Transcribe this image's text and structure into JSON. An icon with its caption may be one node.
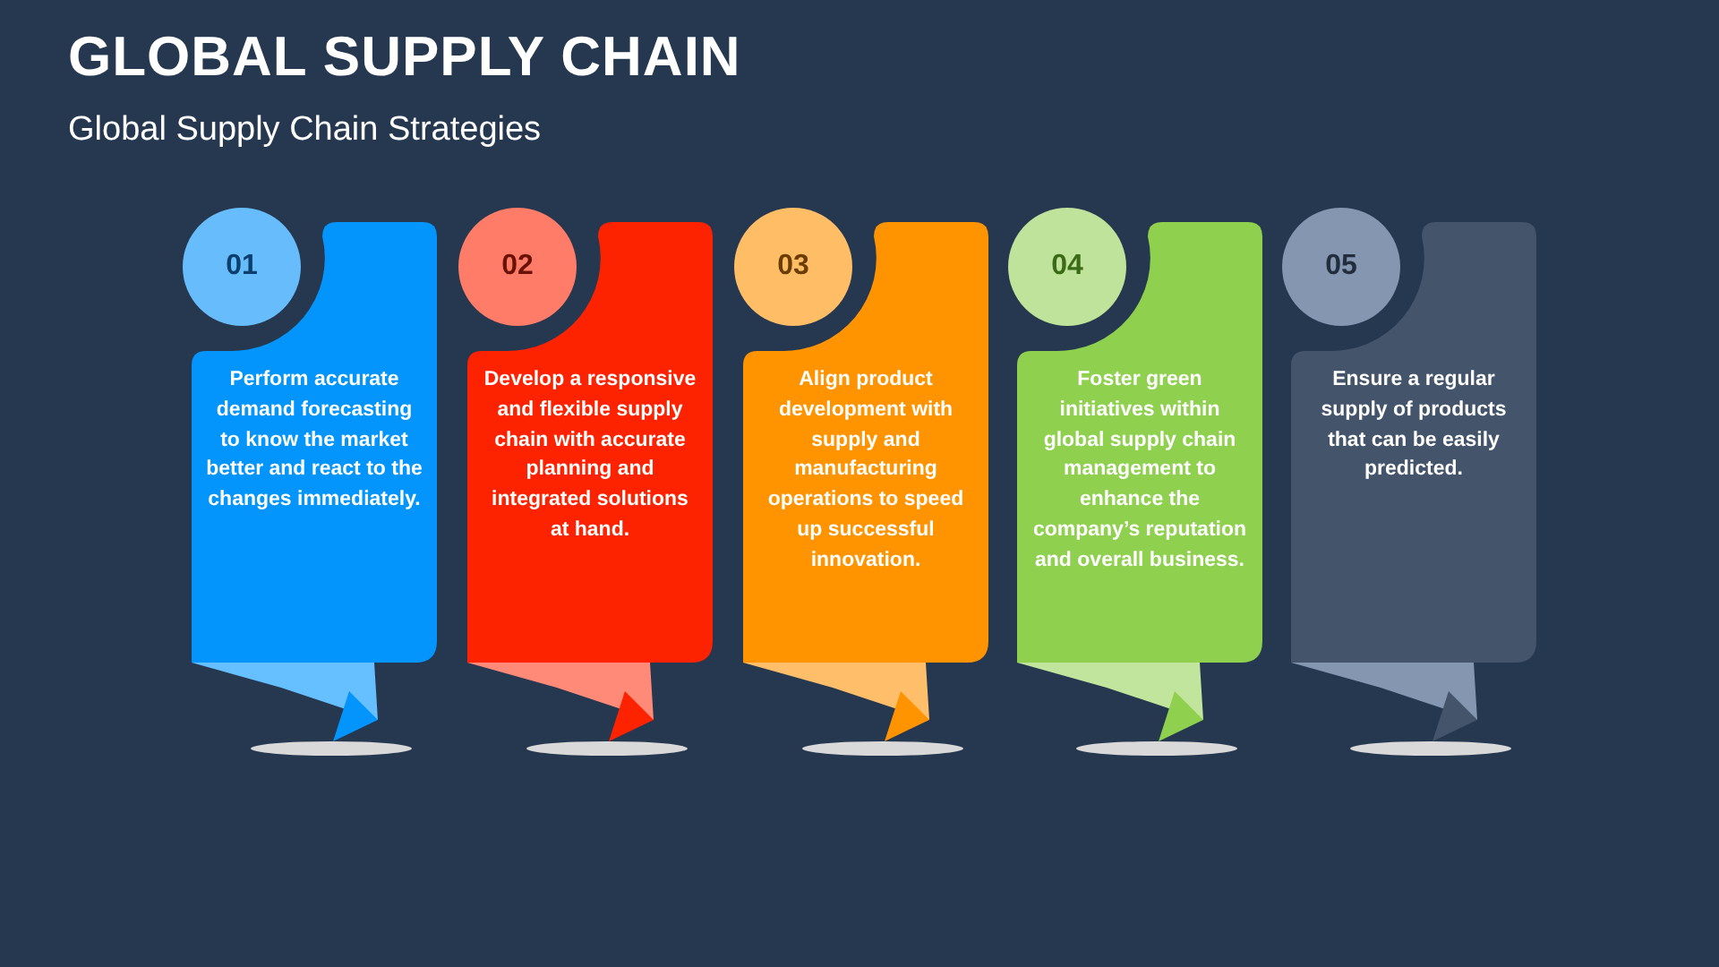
{
  "diagram": {
    "title": "GLOBAL SUPPLY CHAIN",
    "nodes": [
      {
        "text": [
          "01",
          "Perform accurate demand forecasting to know the market better and react to the changes immediately."
        ]
      },
      {
        "text": [
          "02",
          "Develop a responsive and flexible supply chain with accurate planning and integrated solutions at hand."
        ]
      },
      {
        "text": [
          "03",
          "Align product development with supply and manufacturing operations to speed up successful innovation."
        ]
      },
      {
        "text": [
          "04",
          "Foster green initiatives within global supply chain management to enhance the company’s reputation and overall business."
        ]
      },
      {
        "text": [
          "05",
          "Ensure a regular supply of products that can be easily predicted."
        ]
      }
    ],
    "edges": [],
    "labels": [
      "Global Supply Chain Strategies"
    ]
  }
}
